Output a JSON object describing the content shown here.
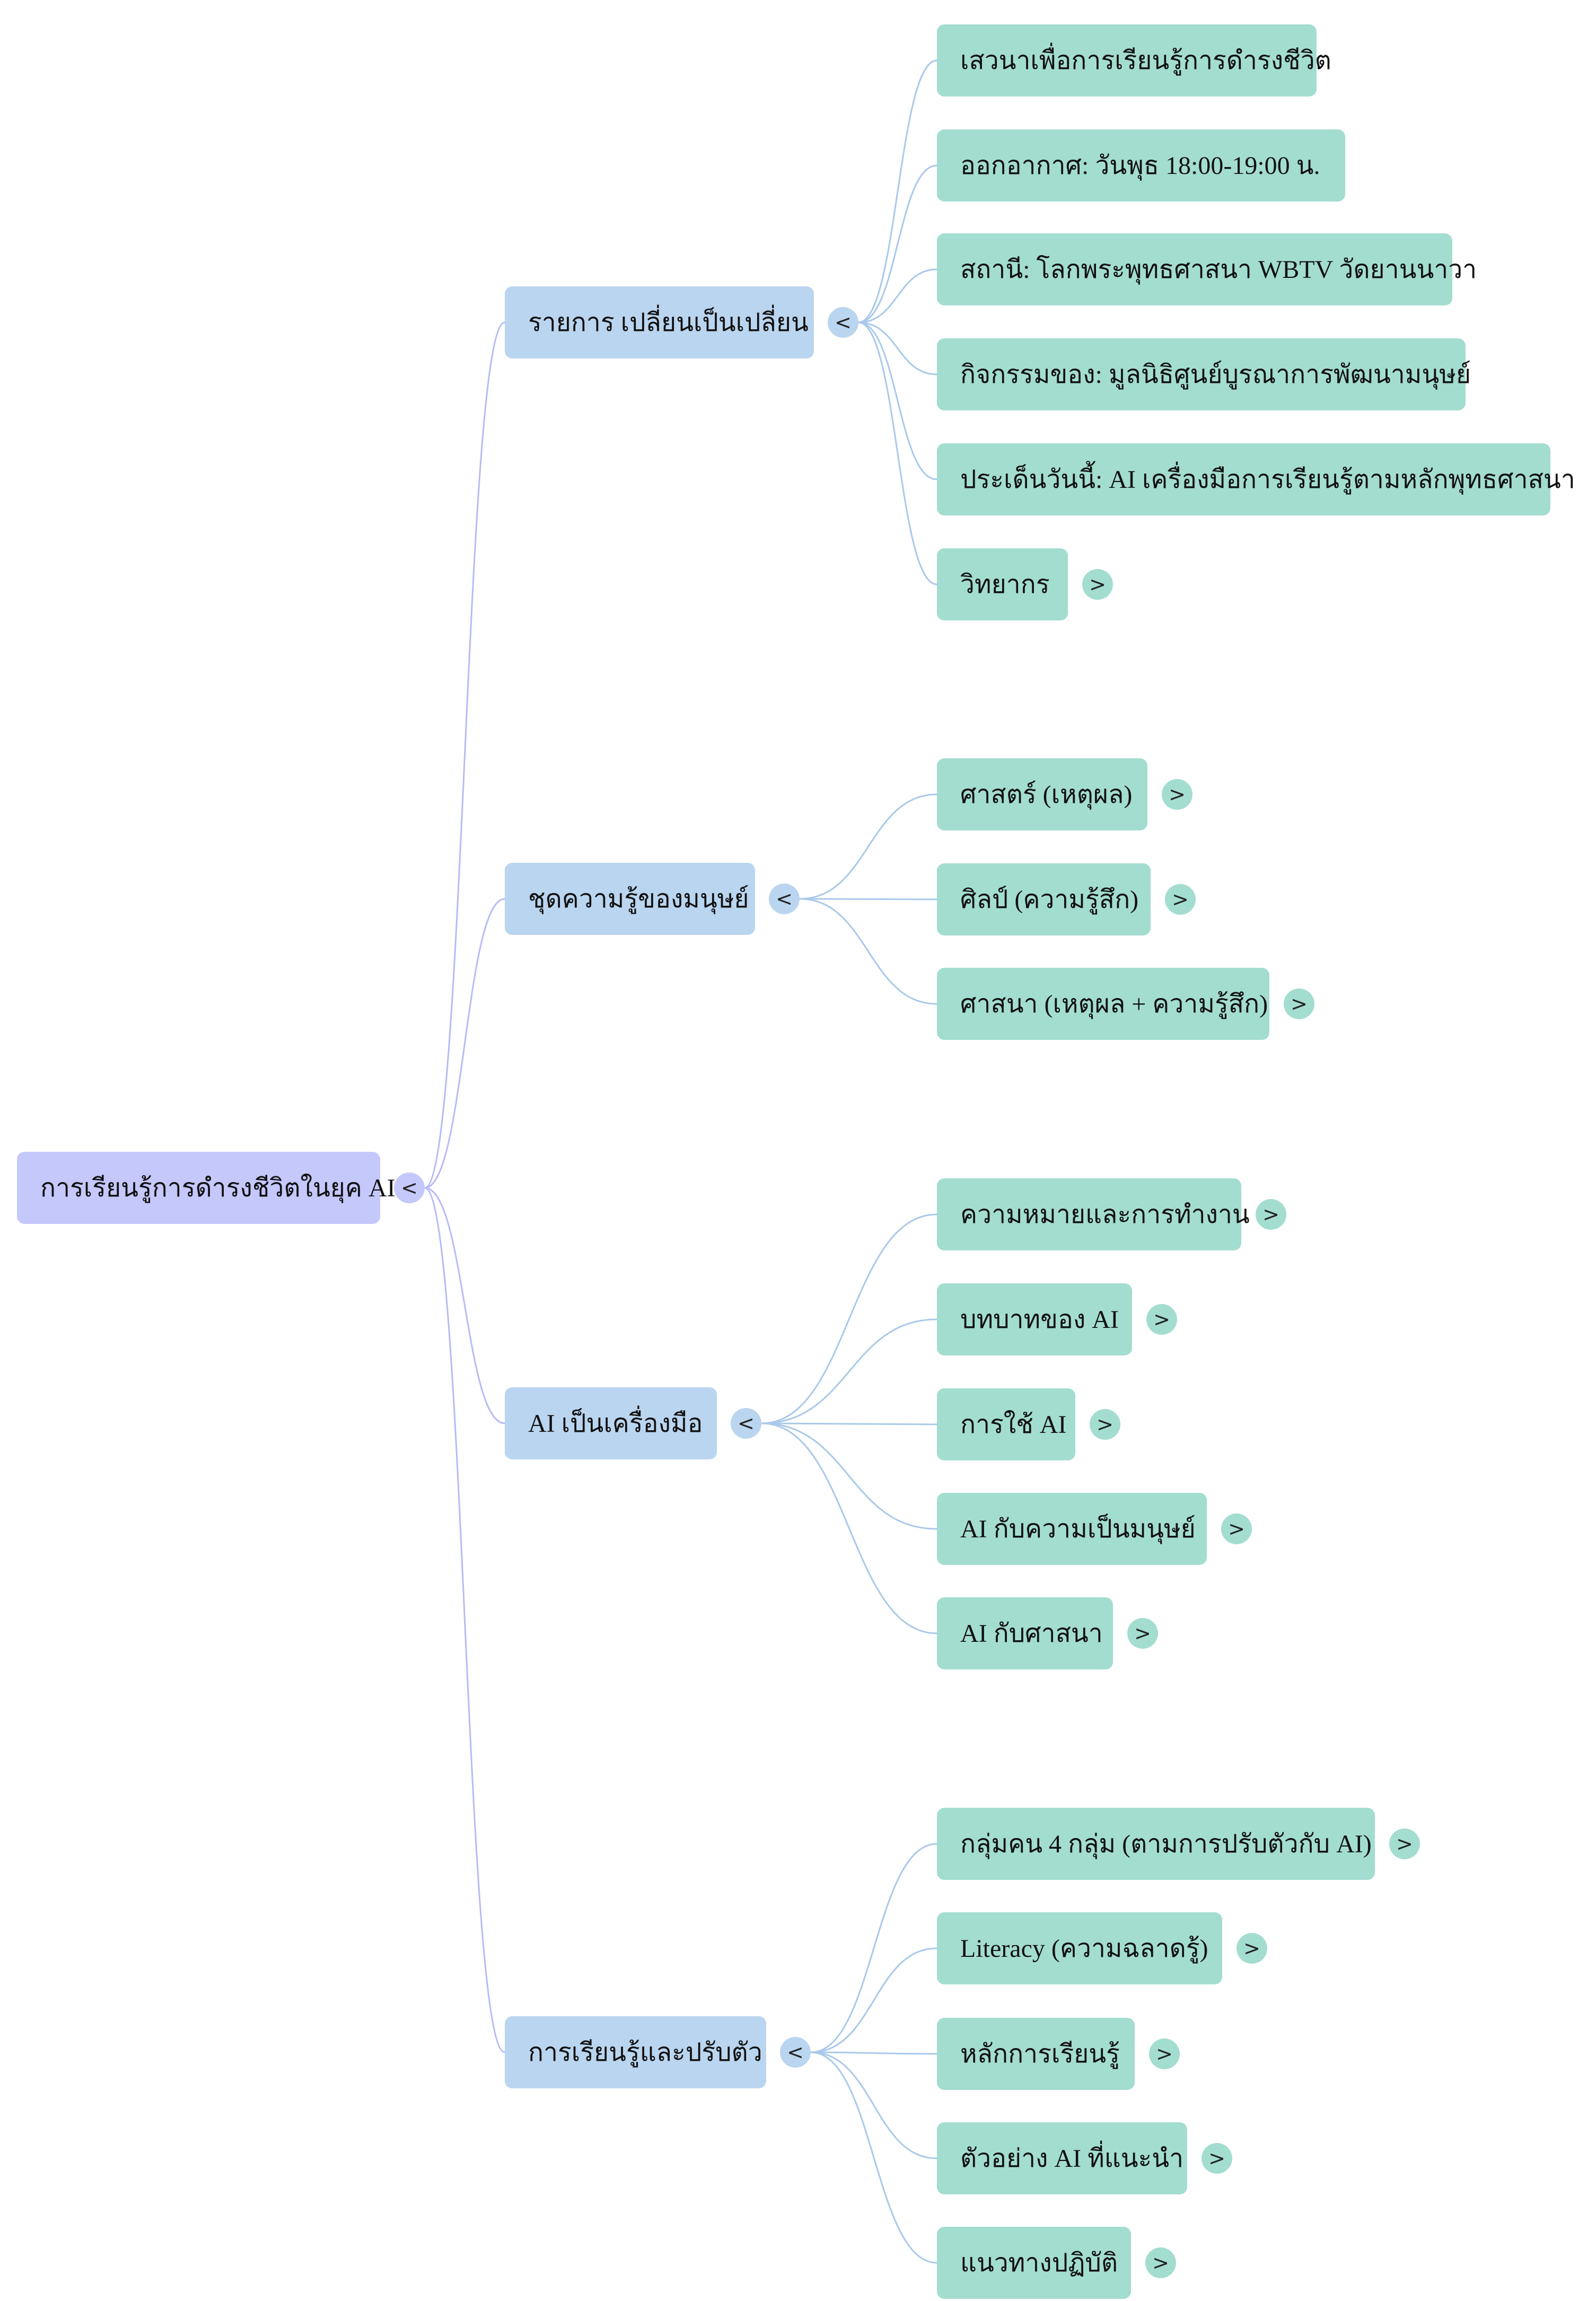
{
  "colors": {
    "root": "#c4c8fb",
    "branch": "#bad5ef",
    "leaf": "#a3ddd0",
    "root_link": "#b7bbf6",
    "branch_link": "#a9c9ea"
  },
  "collapse_glyph": "<",
  "expand_glyph": ">",
  "root": {
    "label": "การเรียนรู้การดำรงชีวิตในยุค AI",
    "icon": "collapse-icon",
    "children": [
      {
        "label": "รายการ เปลี่ยนเป็นเปลี่ยน",
        "icon": "collapse-icon",
        "children": [
          {
            "label": "เสวนาเพื่อการเรียนรู้การดำรงชีวิต",
            "collapsed": false
          },
          {
            "label": "ออกอากาศ: วันพุธ 18:00-19:00 น.",
            "collapsed": false
          },
          {
            "label": "สถานี: โลกพระพุทธศาสนา WBTV วัดยานนาวา",
            "collapsed": false
          },
          {
            "label": "กิจกรรมของ: มูลนิธิศูนย์บูรณาการพัฒนามนุษย์",
            "collapsed": false
          },
          {
            "label": "ประเด็นวันนี้: AI เครื่องมือการเรียนรู้ตามหลักพุทธศาสนา",
            "collapsed": false
          },
          {
            "label": "วิทยากร",
            "collapsed": true
          }
        ]
      },
      {
        "label": "ชุดความรู้ของมนุษย์",
        "icon": "collapse-icon",
        "children": [
          {
            "label": "ศาสตร์ (เหตุผล)",
            "collapsed": true
          },
          {
            "label": "ศิลป์ (ความรู้สึก)",
            "collapsed": true
          },
          {
            "label": "ศาสนา (เหตุผล + ความรู้สึก)",
            "collapsed": true
          }
        ]
      },
      {
        "label": "AI เป็นเครื่องมือ",
        "icon": "collapse-icon",
        "children": [
          {
            "label": "ความหมายและการทำงาน",
            "collapsed": true
          },
          {
            "label": "บทบาทของ AI",
            "collapsed": true
          },
          {
            "label": "การใช้ AI",
            "collapsed": true
          },
          {
            "label": "AI กับความเป็นมนุษย์",
            "collapsed": true
          },
          {
            "label": "AI กับศาสนา",
            "collapsed": true
          }
        ]
      },
      {
        "label": "การเรียนรู้และปรับตัว",
        "icon": "collapse-icon",
        "children": [
          {
            "label": "กลุ่มคน 4 กลุ่ม (ตามการปรับตัวกับ AI)",
            "collapsed": true
          },
          {
            "label": "Literacy (ความฉลาดรู้)",
            "collapsed": true
          },
          {
            "label": "หลักการเรียนรู้",
            "collapsed": true
          },
          {
            "label": "ตัวอย่าง AI ที่แนะนำ",
            "collapsed": true
          },
          {
            "label": "แนวทางปฏิบัติ",
            "collapsed": true
          }
        ]
      }
    ]
  }
}
